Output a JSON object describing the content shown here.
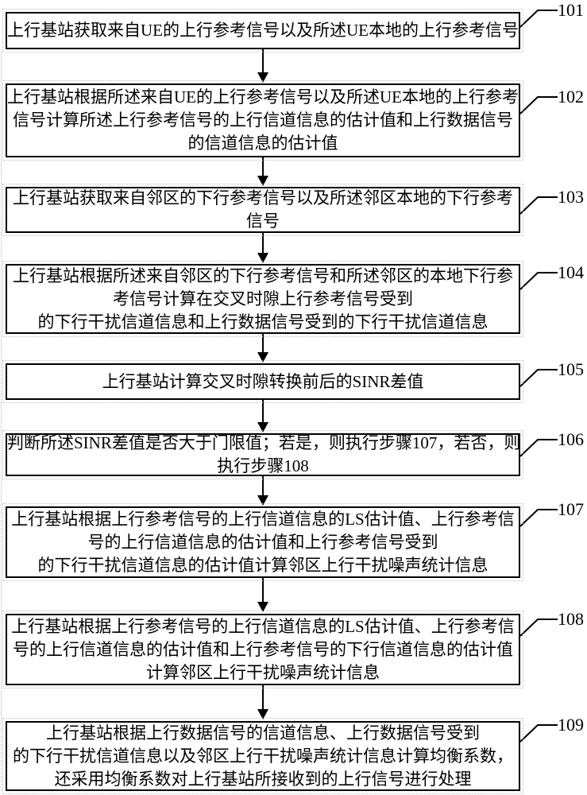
{
  "figure": {
    "type": "flowchart",
    "language": "zh",
    "colors": {
      "line": "#000000",
      "text": "#000000",
      "background": "#ffffff"
    },
    "steps": [
      {
        "ref": "101",
        "lines": [
          "上行基站获取来自UE的上行参考信号以及所述UE本地的上行参考信号"
        ]
      },
      {
        "ref": "102",
        "lines": [
          "上行基站根据所述来自UE的上行参考信号以及所述UE本地的上行参考",
          "信号计算所述上行参考信号的上行信道信息的估计值和上行数据信号",
          "的信道信息的估计值"
        ]
      },
      {
        "ref": "103",
        "lines": [
          "上行基站获取来自邻区的下行参考信号以及所述邻区本地的下行参考",
          "信号"
        ]
      },
      {
        "ref": "104",
        "lines": [
          "上行基站根据所述来自邻区的下行参考信号和所述邻区的本地下行参",
          "考信号计算在交叉时隙上行参考信号受到",
          "的下行干扰信道信息和上行数据信号受到的下行干扰信道信息"
        ]
      },
      {
        "ref": "105",
        "lines": [
          "上行基站计算交叉时隙转换前后的SINR差值"
        ]
      },
      {
        "ref": "106",
        "lines": [
          "判断所述SINR差值是否大于门限值；若是，则执行步骤107，若否，则",
          "执行步骤108"
        ]
      },
      {
        "ref": "107",
        "lines": [
          "上行基站根据上行参考信号的上行信道信息的LS估计值、上行参考信",
          "号的上行信道信息的估计值和上行参考信号受到",
          "的下行干扰信道信息的估计值计算邻区上行干扰噪声统计信息"
        ]
      },
      {
        "ref": "108",
        "lines": [
          "上行基站根据上行参考信号的上行信道信息的LS估计值、上行参考信",
          "号的上行信道信息的估计值和上行参考信号的下行信道信息的估计值",
          "计算邻区上行干扰噪声统计信息"
        ]
      },
      {
        "ref": "109",
        "lines": [
          "上行基站根据上行数据信号的信道信息、上行数据信号受到",
          "的下行干扰信道信息以及邻区上行干扰噪声统计信息计算均衡系数，",
          "还采用均衡系数对上行基站所接收到的上行信号进行处理"
        ]
      }
    ]
  }
}
